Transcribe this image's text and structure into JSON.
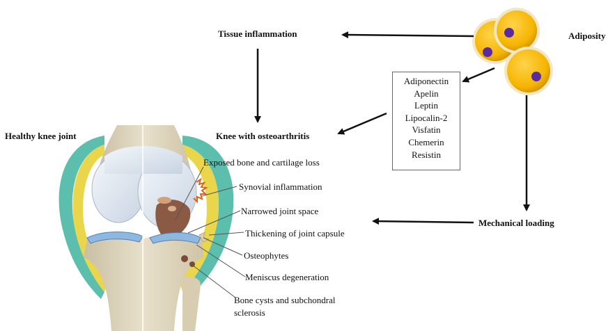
{
  "nodes": {
    "tissue_inflammation": "Tissue inflammation",
    "adiposity": "Adiposity",
    "knee_oa": "Knee with osteoarthritis",
    "healthy_knee": "Healthy knee joint",
    "mechanical_loading": "Mechanical loading"
  },
  "adipokines": [
    "Adiponectin",
    "Apelin",
    "Leptin",
    "Lipocalin-2",
    "Visfatin",
    "Chemerin",
    "Resistin"
  ],
  "knee_features": [
    "Exposed bone and cartilage loss",
    "Synovial inflammation",
    "Narrowed joint space",
    "Thickening of joint capsule",
    "Osteophytes",
    "Meniscus degeneration",
    "Bone cysts and subchondral",
    "sclerosis"
  ],
  "colors": {
    "bone": "#e2d9c2",
    "cartilage": "#dfe8f2",
    "capsule": "#5cbfae",
    "fat_cell": "#f5b400",
    "nucleus": "#5a2aa0",
    "arrow": "#111111"
  }
}
